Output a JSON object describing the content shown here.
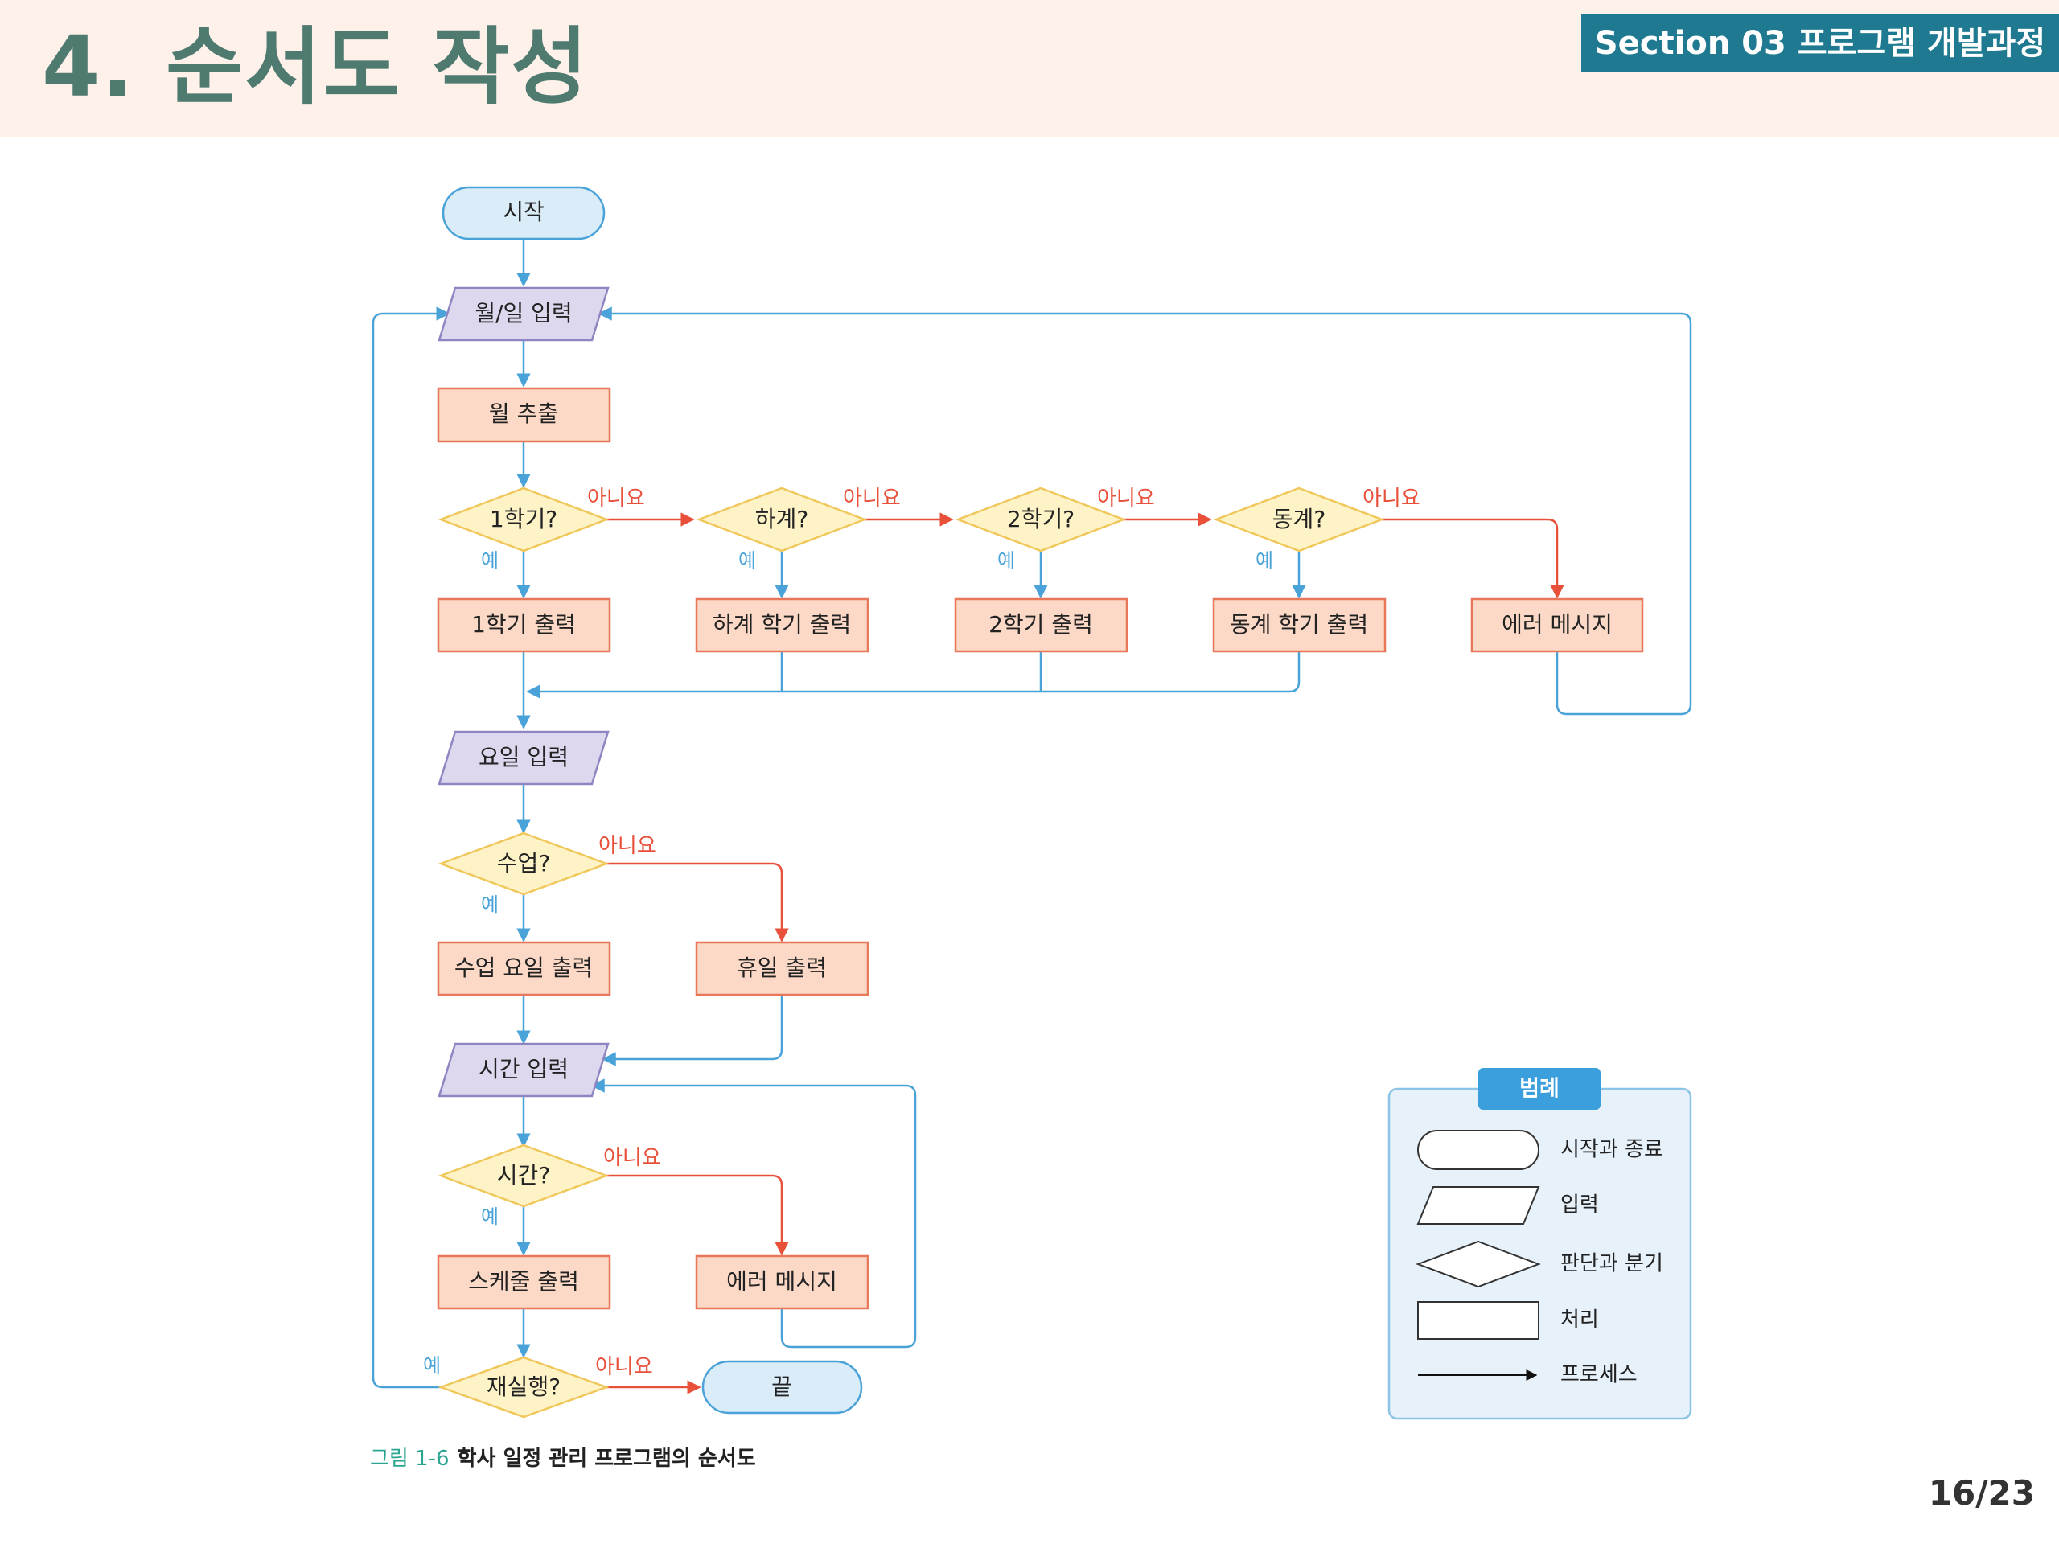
{
  "page": {
    "title": "4. 순서도 작성",
    "section": "Section 03 프로그램 개발과정",
    "page_number": "16/23"
  },
  "colors": {
    "header_bg": "#fdf1ea",
    "title": "#4f7a70",
    "badge": "#1f7a91",
    "terminal_fill": "#d9ecf8",
    "io_fill": "#ddd8ee",
    "process_fill": "#fcd9c6",
    "decision_fill": "#fdf3c7",
    "yes_line": "#4aa3d8",
    "no_line": "#e8503a"
  },
  "flowchart": {
    "start": "시작",
    "input_month_day": "월/일 입력",
    "extract_month": "월 추출",
    "decisions_semester": [
      "1학기?",
      "하계?",
      "2학기?",
      "동계?"
    ],
    "outputs_semester": [
      "1학기 출력",
      "하계 학기 출력",
      "2학기 출력",
      "동계 학기 출력"
    ],
    "error_message_1": "에러 메시지",
    "input_weekday": "요일 입력",
    "decision_class": "수업?",
    "output_class_day": "수업 요일 출력",
    "output_holiday": "휴일 출력",
    "input_time": "시간 입력",
    "decision_time": "시간?",
    "output_schedule": "스케줄 출력",
    "error_message_2": "에러 메시지",
    "decision_rerun": "재실행?",
    "end": "끝",
    "yes": "예",
    "no": "아니요"
  },
  "legend": {
    "title": "범례",
    "items": [
      "시작과 종료",
      "입력",
      "판단과 분기",
      "처리",
      "프로세스"
    ]
  },
  "caption": {
    "label": "그림 1-6",
    "text": "학사 일정 관리 프로그램의 순서도"
  }
}
